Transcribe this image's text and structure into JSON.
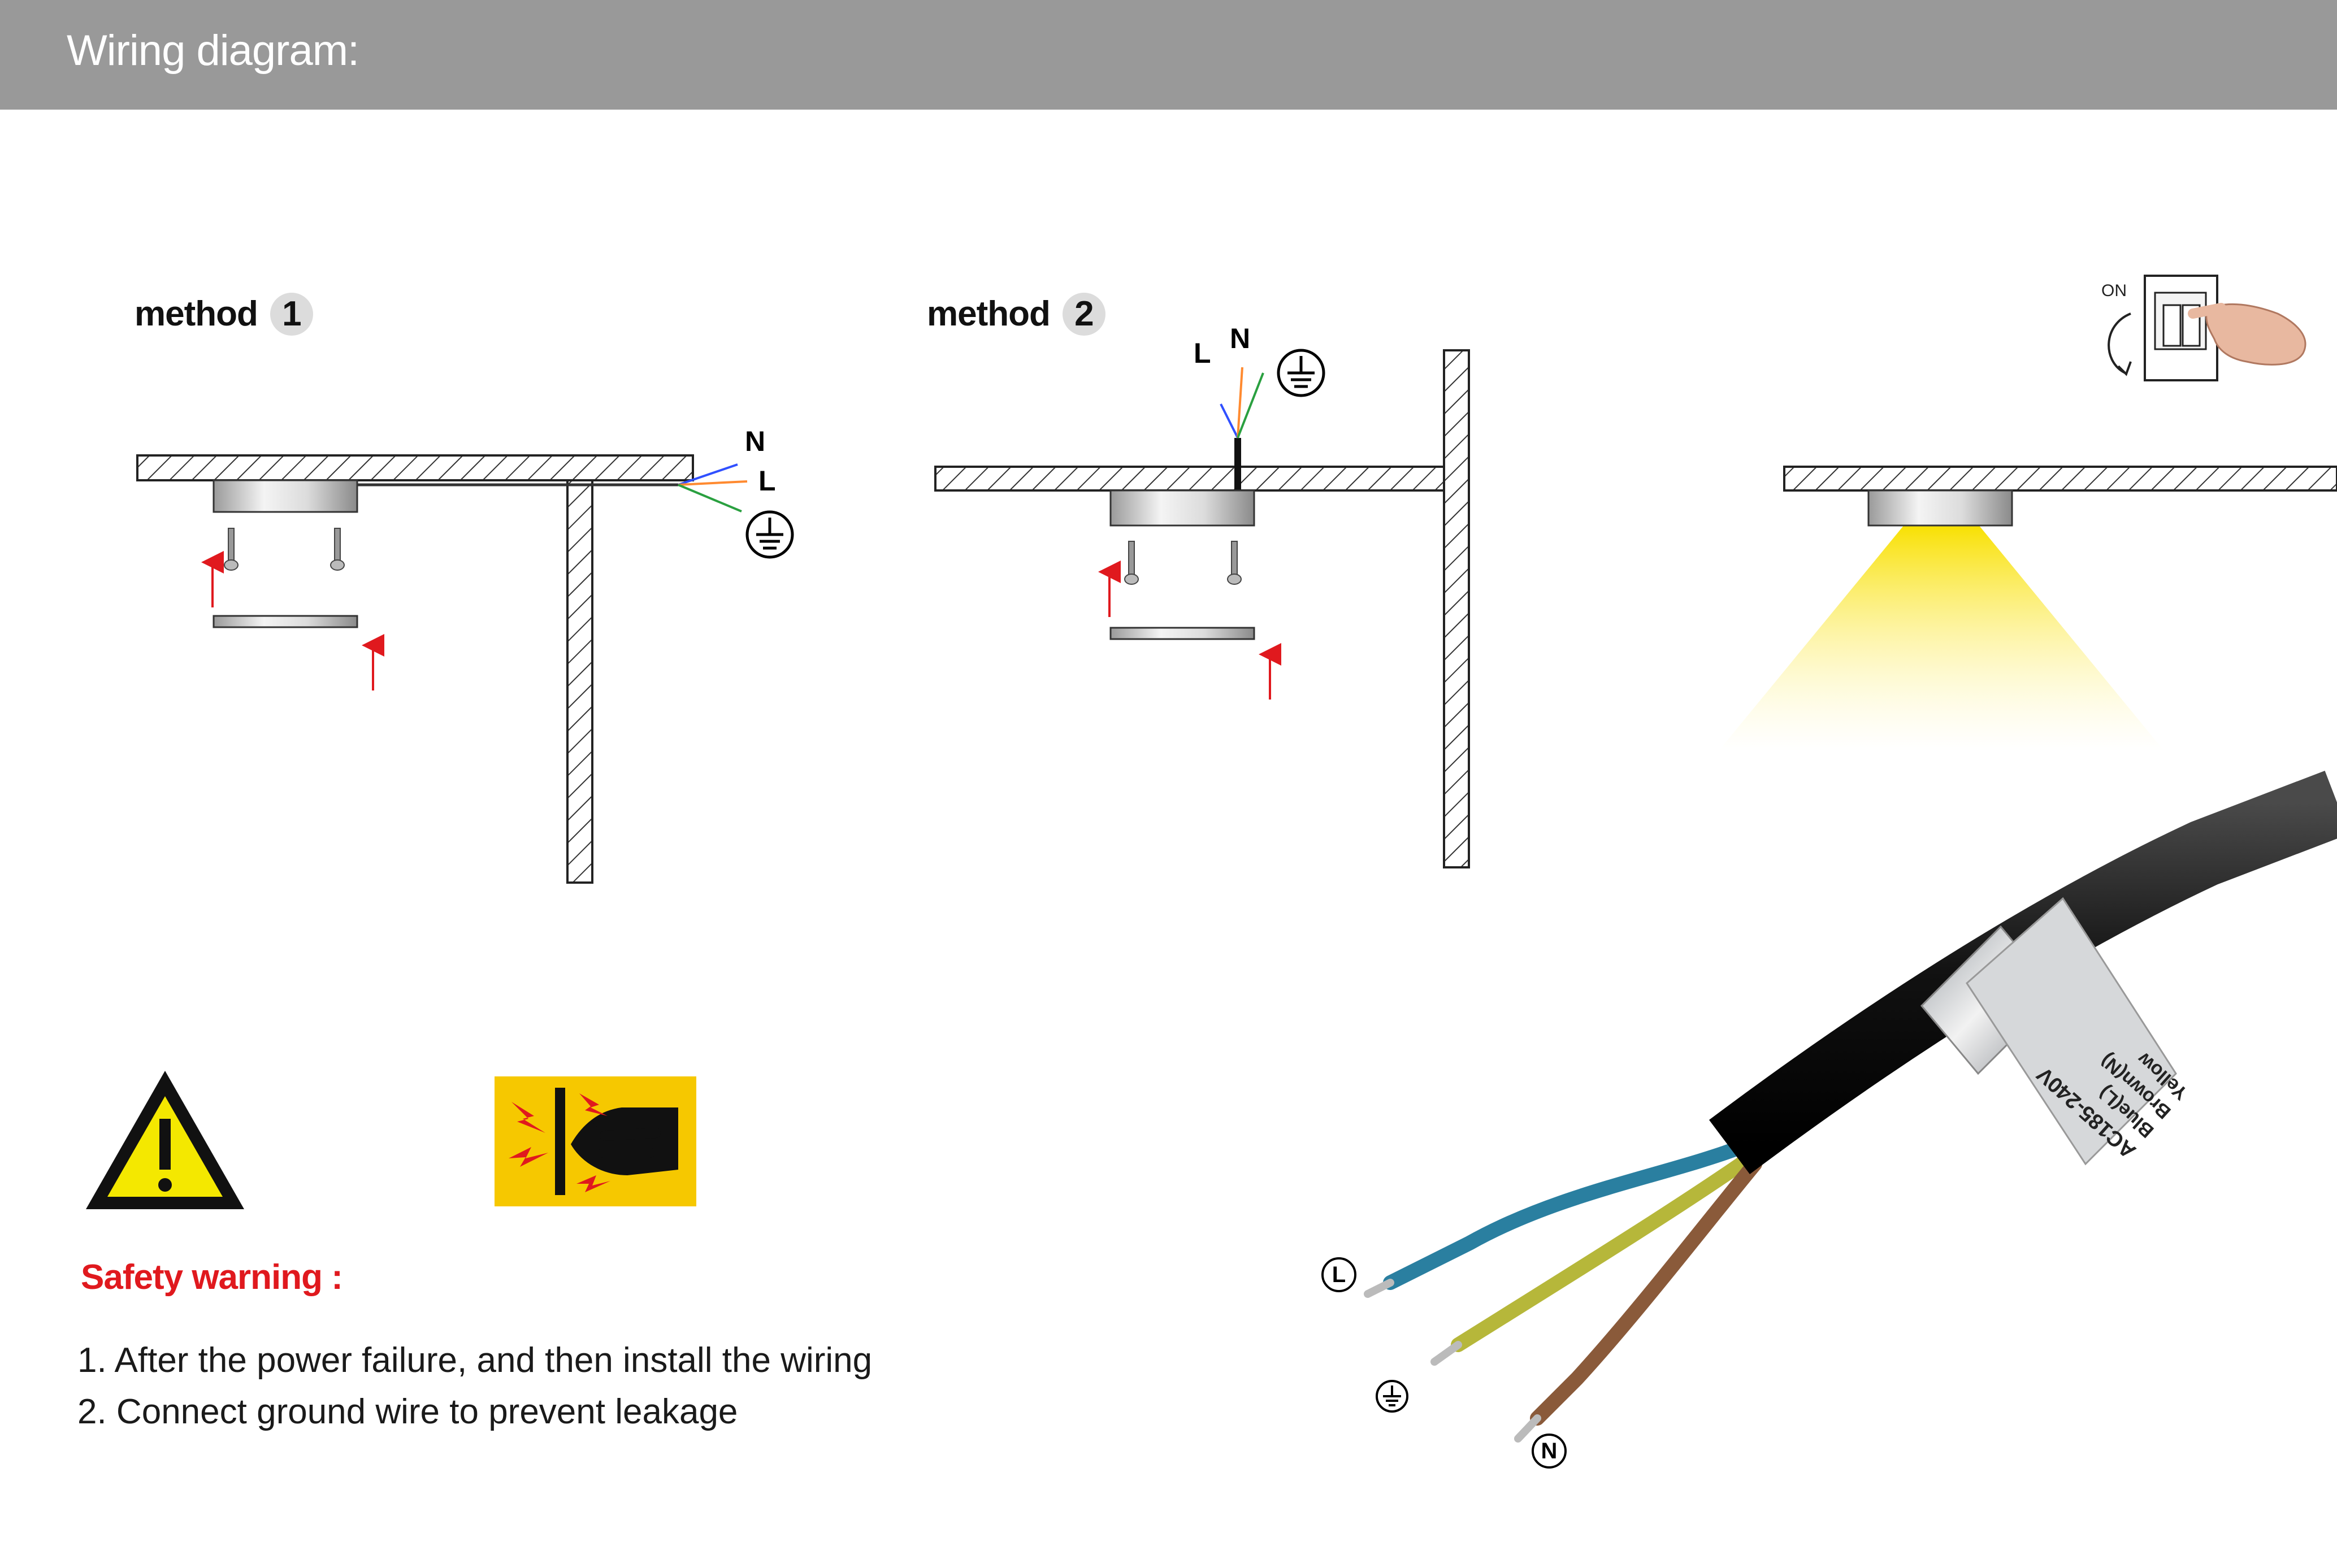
{
  "header": {
    "title": "Wiring diagram:"
  },
  "method1": {
    "label": "method",
    "number": "1",
    "wire_n": "N",
    "wire_l": "L"
  },
  "method2": {
    "label": "method",
    "number": "2",
    "wire_l": "L",
    "wire_n": "N"
  },
  "switch": {
    "on_label": "ON"
  },
  "cable": {
    "tag_lines": [
      "AC185-240V",
      "Blue(L)",
      "Brown(N)",
      "Yellow"
    ],
    "wire_l": "L",
    "wire_n": "N"
  },
  "safety": {
    "title": "Safety warning :",
    "items": [
      "1. After the power failure, and then install the wiring",
      "2. Connect  ground wire to prevent leakage"
    ]
  },
  "colors": {
    "header_bg": "#999999",
    "warning_red": "#e0191e",
    "hazard_yellow": "#f6c800",
    "light_yellow": "#f8e000"
  }
}
